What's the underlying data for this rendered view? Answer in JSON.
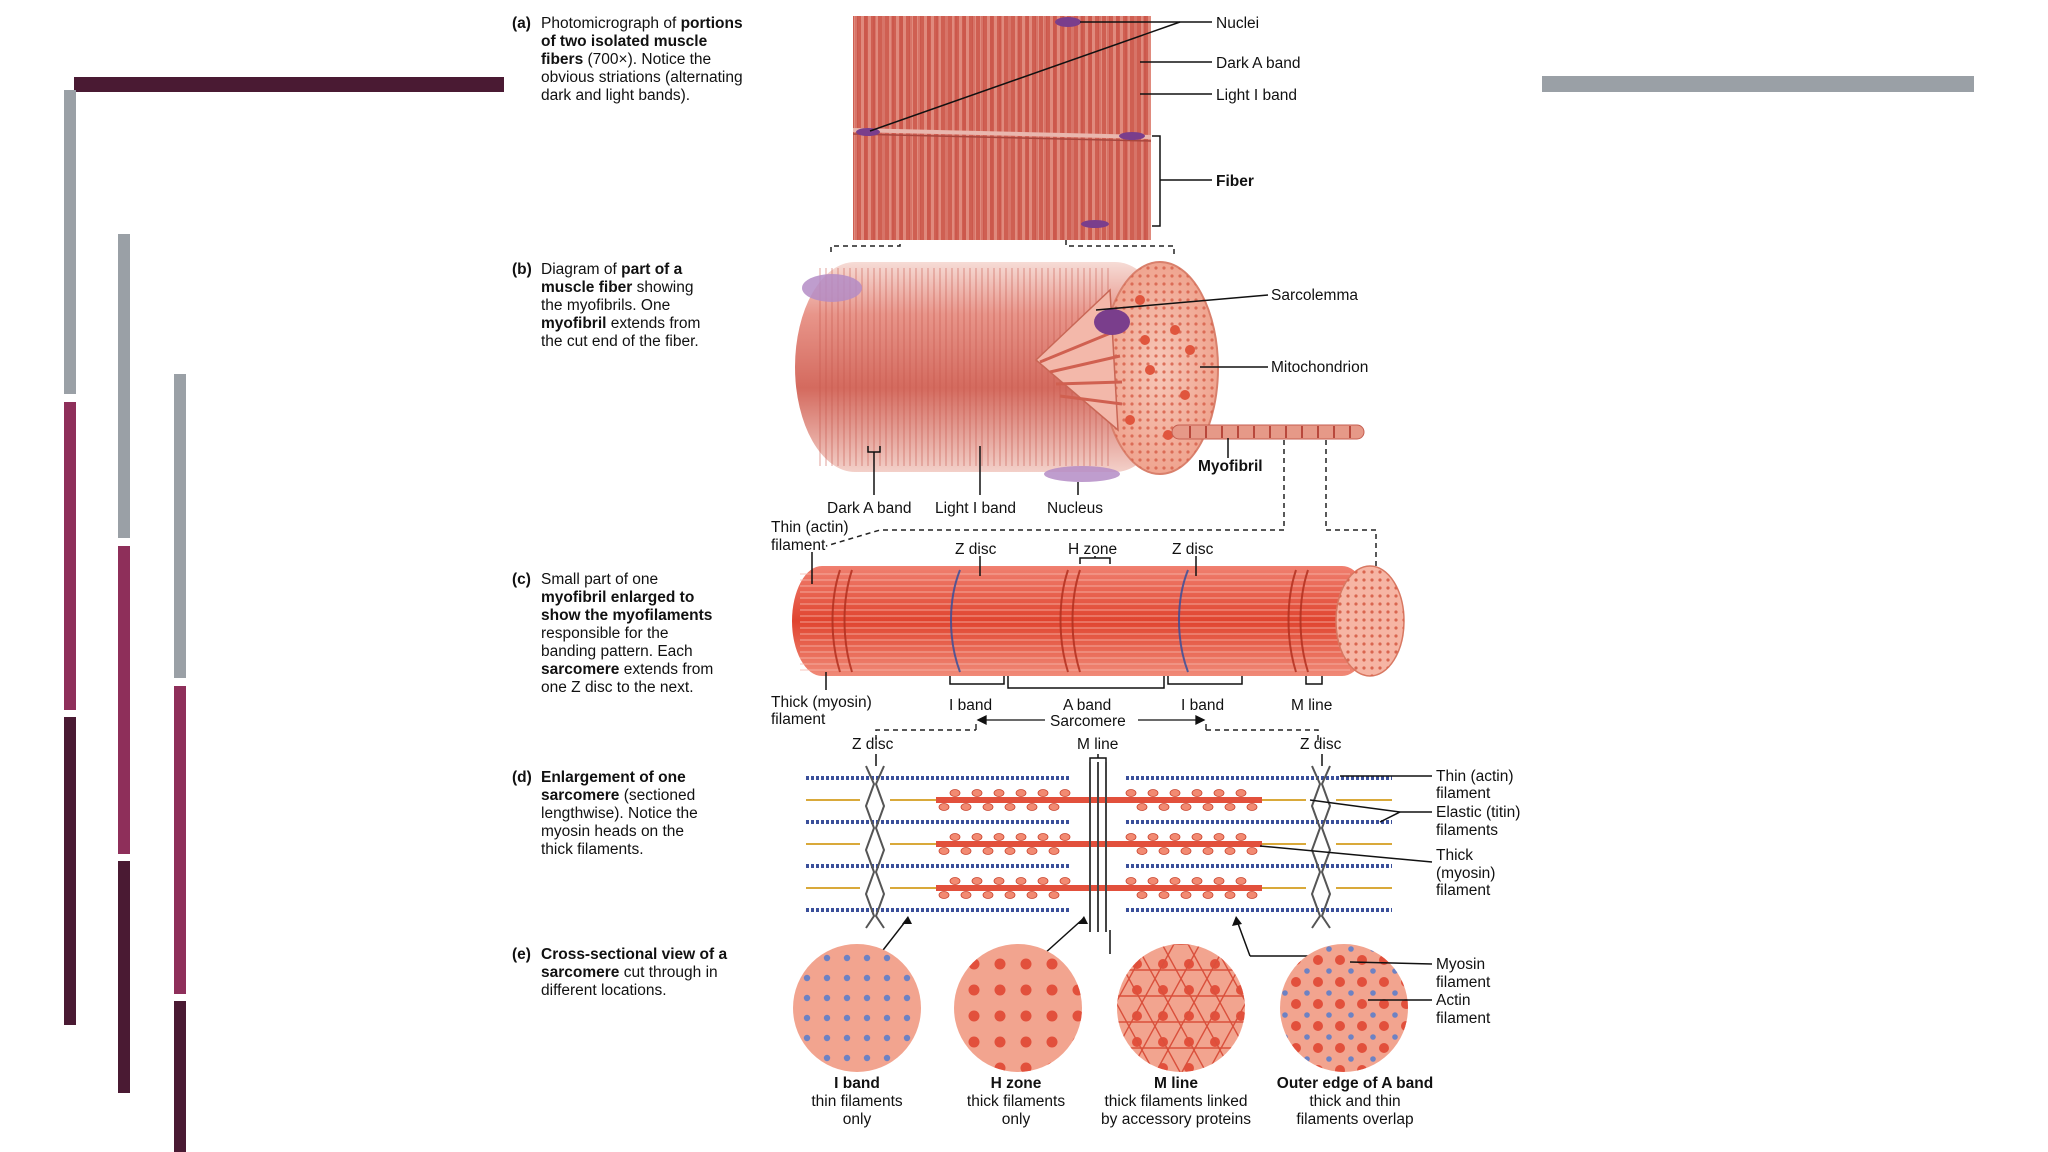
{
  "colors": {
    "maroon": "#4a1a33",
    "magenta": "#8e2f5a",
    "gray": "#9aa0a6",
    "muscle": "#d86a5f",
    "filament_red": "#e2503c",
    "actin_blue": "#3a4f9a"
  },
  "captions": {
    "a": {
      "letter": "(a)",
      "lines": [
        [
          {
            "t": "Photomicrograph of ",
            "b": false
          },
          {
            "t": "portions",
            "b": true
          }
        ],
        [
          {
            "t": "of two isolated muscle",
            "b": true
          }
        ],
        [
          {
            "t": "fibers",
            "b": true
          },
          {
            "t": " (700×). Notice the",
            "b": false
          }
        ],
        [
          {
            "t": "obvious striations (alternating",
            "b": false
          }
        ],
        [
          {
            "t": "dark and light bands).",
            "b": false
          }
        ]
      ]
    },
    "b": {
      "letter": "(b)",
      "lines": [
        [
          {
            "t": "Diagram of ",
            "b": false
          },
          {
            "t": "part of a",
            "b": true
          }
        ],
        [
          {
            "t": "muscle fiber",
            "b": true
          },
          {
            "t": " showing",
            "b": false
          }
        ],
        [
          {
            "t": "the myofibrils. One",
            "b": false
          }
        ],
        [
          {
            "t": "myofibril",
            "b": true
          },
          {
            "t": " extends from",
            "b": false
          }
        ],
        [
          {
            "t": "the cut end of the fiber.",
            "b": false
          }
        ]
      ]
    },
    "c": {
      "letter": "(c)",
      "lines": [
        [
          {
            "t": "Small part of one",
            "b": false
          }
        ],
        [
          {
            "t": "myofibril enlarged to",
            "b": true
          }
        ],
        [
          {
            "t": "show the myofilaments",
            "b": true
          }
        ],
        [
          {
            "t": "responsible for the",
            "b": false
          }
        ],
        [
          {
            "t": "banding pattern. Each",
            "b": false
          }
        ],
        [
          {
            "t": "sarcomere",
            "b": true
          },
          {
            "t": " extends from",
            "b": false
          }
        ],
        [
          {
            "t": "one Z disc to the next.",
            "b": false
          }
        ]
      ]
    },
    "d": {
      "letter": "(d)",
      "lines": [
        [
          {
            "t": "Enlargement of one",
            "b": true
          }
        ],
        [
          {
            "t": "sarcomere",
            "b": true
          },
          {
            "t": " (sectioned",
            "b": false
          }
        ],
        [
          {
            "t": "lengthwise). Notice the",
            "b": false
          }
        ],
        [
          {
            "t": "myosin heads on the",
            "b": false
          }
        ],
        [
          {
            "t": "thick filaments.",
            "b": false
          }
        ]
      ]
    },
    "e": {
      "letter": "(e)",
      "lines": [
        [
          {
            "t": "Cross-sectional view of a",
            "b": true
          }
        ],
        [
          {
            "t": "sarcomere",
            "b": true
          },
          {
            "t": " cut through in",
            "b": false
          }
        ],
        [
          {
            "t": "different locations.",
            "b": false
          }
        ]
      ]
    }
  },
  "labels_a": {
    "nuclei": "Nuclei",
    "dark_a": "Dark A band",
    "light_i": "Light I band",
    "fiber": "Fiber"
  },
  "labels_b": {
    "sarcolemma": "Sarcolemma",
    "mitochondrion": "Mitochondrion",
    "myofibril": "Myofibril",
    "dark_a": "Dark A band",
    "light_i": "Light I band",
    "nucleus": "Nucleus"
  },
  "labels_c": {
    "thin1": "Thin (actin)",
    "thin2": "filament",
    "zdisc_l": "Z disc",
    "hzone": "H zone",
    "zdisc_r": "Z disc",
    "thick1": "Thick (myosin)",
    "thick2": "filament",
    "iband_l": "I band",
    "aband": "A band",
    "iband_r": "I band",
    "mline": "M line",
    "sarcomere": "Sarcomere"
  },
  "labels_d": {
    "zdisc_l": "Z disc",
    "mline": "M line",
    "zdisc_r": "Z disc",
    "thin1": "Thin (actin)",
    "thin2": "filament",
    "elastic1": "Elastic (titin)",
    "elastic2": "filaments",
    "thick1": "Thick",
    "thick2": "(myosin)",
    "thick3": "filament"
  },
  "labels_e": {
    "myosin1": "Myosin",
    "myosin2": "filament",
    "actin1": "Actin",
    "actin2": "filament",
    "c1_title": "I band",
    "c1_l1": "thin filaments",
    "c1_l2": "only",
    "c2_title": "H zone",
    "c2_l1": "thick filaments",
    "c2_l2": "only",
    "c3_title": "M line",
    "c3_l1": "thick filaments linked",
    "c3_l2": "by accessory proteins",
    "c4_title": "Outer edge of A band",
    "c4_l1": "thick and thin",
    "c4_l2": "filaments overlap"
  }
}
